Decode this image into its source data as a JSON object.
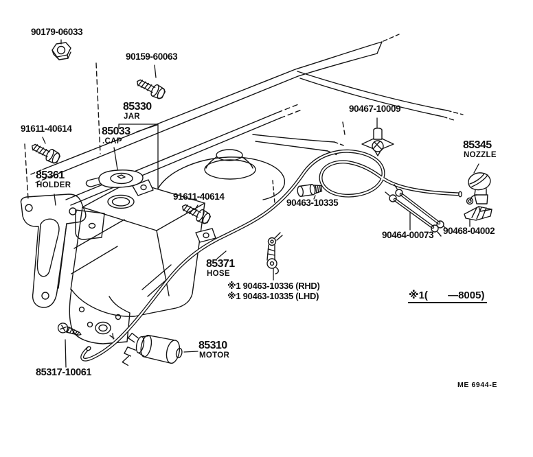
{
  "labels": {
    "nut": {
      "part_no": "90179-06033"
    },
    "bolt_top": {
      "part_no": "90159-60063"
    },
    "jar": {
      "part_no": "85330",
      "name": "JAR"
    },
    "cap": {
      "part_no": "85033",
      "name": ".CAP"
    },
    "bolt_left": {
      "part_no": "91611-40614"
    },
    "holder": {
      "part_no": "85361",
      "name": "HOLDER"
    },
    "bolt_mid": {
      "part_no": "91611-40614"
    },
    "clip": {
      "part_no": "90467-10009"
    },
    "nozzle": {
      "part_no": "85345",
      "name": "NOZZLE"
    },
    "clamp": {
      "part_no": "90463-10335"
    },
    "joint": {
      "part_no": "90464-00073"
    },
    "grommet": {
      "part_no": "90468-04002"
    },
    "hose": {
      "part_no": "85371",
      "name": "HOSE"
    },
    "motor": {
      "part_no": "85310",
      "name": "MOTOR"
    },
    "screw": {
      "part_no": "85317-10061"
    }
  },
  "notes": {
    "variant_rhd": "※1 90463-10336 (RHD)",
    "variant_lhd": "※1 90463-10335 (LHD)",
    "applicability": "※1(       —8005)",
    "doc_code": "ME  6944-E"
  }
}
